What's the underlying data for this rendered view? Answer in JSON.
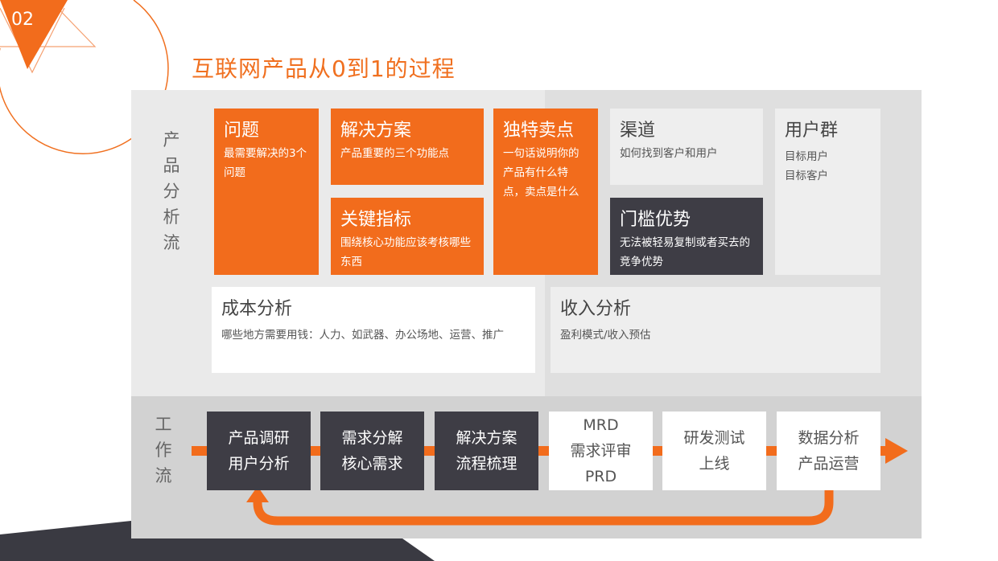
{
  "page_number": "02",
  "title": "互联网产品从0到1的过程",
  "product_flow": {
    "label": [
      "产",
      "品",
      "分",
      "析",
      "流"
    ],
    "cards": {
      "problem": {
        "title": "问题",
        "body": "最需要解决的3个问题"
      },
      "solution": {
        "title": "解决方案",
        "body": "产品重要的三个功能点"
      },
      "key_metrics": {
        "title": "关键指标",
        "body": "围绕核心功能应该考核哪些东西"
      },
      "usp": {
        "title": "独特卖点",
        "body": "一句话说明你的产品有什么特点，卖点是什么"
      },
      "channels": {
        "title": "渠道",
        "body": "如何找到客户和用户"
      },
      "unfair_advantage": {
        "title": "门槛优势",
        "body": "无法被轻易复制或者买去的竞争优势"
      },
      "user_groups": {
        "title": "用户群",
        "lines": [
          "目标用户",
          "目标客户"
        ]
      },
      "cost": {
        "title": "成本分析",
        "body": "哪些地方需要用钱：人力、如武器、办公场地、运营、推广"
      },
      "revenue": {
        "title": "收入分析",
        "body": "盈利模式/收入预估"
      }
    }
  },
  "work_flow": {
    "label": [
      "工",
      "作",
      "流"
    ],
    "steps": [
      {
        "lines": [
          "产品调研",
          "用户分析"
        ],
        "style": "dark"
      },
      {
        "lines": [
          "需求分解",
          "核心需求"
        ],
        "style": "dark"
      },
      {
        "lines": [
          "解决方案",
          "流程梳理"
        ],
        "style": "dark"
      },
      {
        "lines": [
          "MRD",
          "需求评审",
          "PRD"
        ],
        "style": "white"
      },
      {
        "lines": [
          "研发测试",
          "上线"
        ],
        "style": "white"
      },
      {
        "lines": [
          "数据分析",
          "产品运营"
        ],
        "style": "white"
      }
    ]
  },
  "colors": {
    "accent": "#f26c1c",
    "dark_card": "#3e3d45",
    "title": "#f07020"
  }
}
